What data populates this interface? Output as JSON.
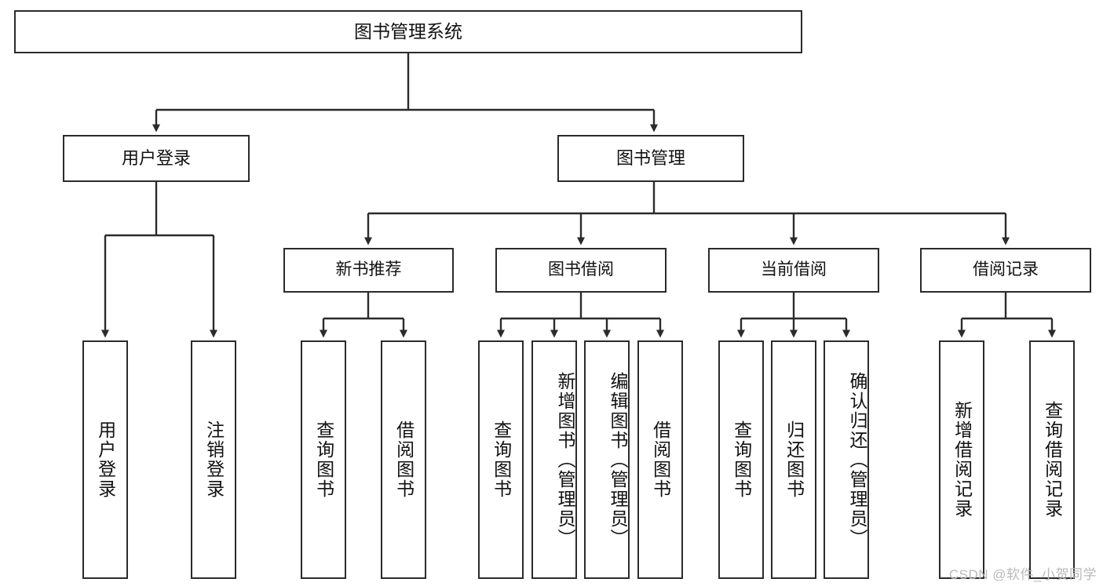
{
  "diagram": {
    "title": "图书管理系统",
    "type": "hierarchy-tree",
    "root": {
      "label": "图书管理系统"
    },
    "tier2": [
      {
        "label": "用户登录"
      },
      {
        "label": "图书管理"
      }
    ],
    "tier3": [
      {
        "label": "新书推荐"
      },
      {
        "label": "图书借阅"
      },
      {
        "label": "当前借阅"
      },
      {
        "label": "借阅记录"
      }
    ],
    "leaves": {
      "user_login": [
        {
          "label": "用户登录"
        },
        {
          "label": "注销登录"
        }
      ],
      "new_book_recommend": [
        {
          "label": "查询图书"
        },
        {
          "label": "借阅图书"
        }
      ],
      "book_borrow": [
        {
          "label": "查询图书"
        },
        {
          "label": "新增图书（管理员）"
        },
        {
          "label": "编辑图书（管理员）"
        },
        {
          "label": "借阅图书"
        }
      ],
      "current_borrow": [
        {
          "label": "查询图书"
        },
        {
          "label": "归还图书"
        },
        {
          "label": "确认归还（管理员）"
        }
      ],
      "borrow_record": [
        {
          "label": "新增借阅记录"
        },
        {
          "label": "查询借阅记录"
        }
      ]
    },
    "colors": {
      "stroke": "#2b2b2b",
      "fill": "#ffffff",
      "text": "#111111",
      "watermark": "#b9b9b9"
    }
  },
  "watermark": {
    "text": "CSDN @软件_小贺同学"
  }
}
